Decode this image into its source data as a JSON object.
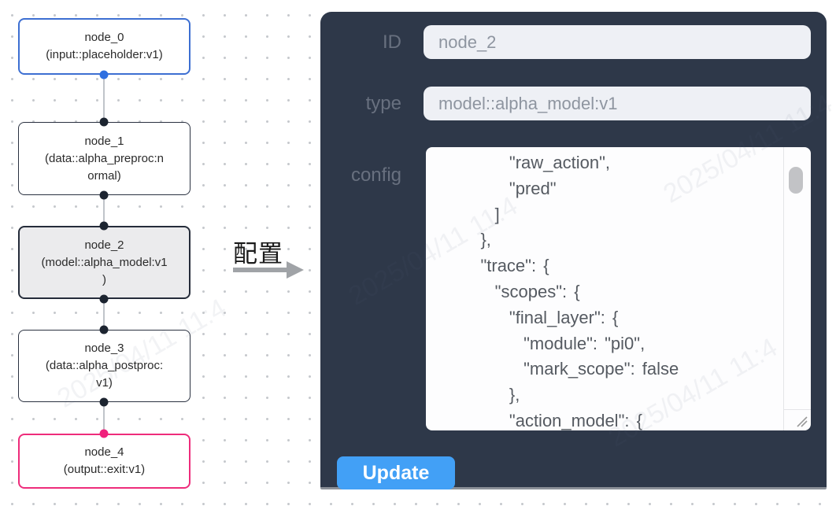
{
  "canvas": {
    "nodes": [
      {
        "id": "node_0",
        "variant": "input",
        "lines": [
          "node_0",
          "(input::placeholder:v1)"
        ]
      },
      {
        "id": "node_1",
        "variant": "default",
        "lines": [
          "node_1",
          "(data::alpha_preproc:n",
          "ormal)"
        ]
      },
      {
        "id": "node_2",
        "variant": "selected",
        "lines": [
          "node_2",
          "(model::alpha_model:v1",
          ")"
        ]
      },
      {
        "id": "node_3",
        "variant": "default",
        "lines": [
          "node_3",
          "(data::alpha_postproc:",
          "v1)"
        ]
      },
      {
        "id": "node_4",
        "variant": "output",
        "lines": [
          "node_4",
          "(output::exit:v1)"
        ]
      }
    ],
    "colors": {
      "input_border": "#3d6fd2",
      "output_border": "#ee2c7b",
      "default_border": "#2a3140",
      "selected_bg": "#ebebed",
      "port_blue": "#2f6fe0",
      "port_pink": "#f0217c",
      "port_dark": "#1c2430"
    }
  },
  "transfer": {
    "label": "配置"
  },
  "panel": {
    "bg_color": "#2e3849",
    "accent_color": "#42a0f6",
    "fields": [
      {
        "label": "ID",
        "value": "node_2"
      },
      {
        "label": "type",
        "value": "model::alpha_model:v1"
      }
    ],
    "config_label": "config",
    "config_text": "        \"raw_action\",\n        \"pred\"\n      ]\n    },\n    \"trace\": {\n      \"scopes\": {\n        \"final_layer\": {\n          \"module\": \"pi0\",\n          \"mark_scope\": false\n        },\n        \"action_model\": {",
    "update_label": "Update"
  },
  "watermark": {
    "text": "2025/04/11 11:4"
  }
}
